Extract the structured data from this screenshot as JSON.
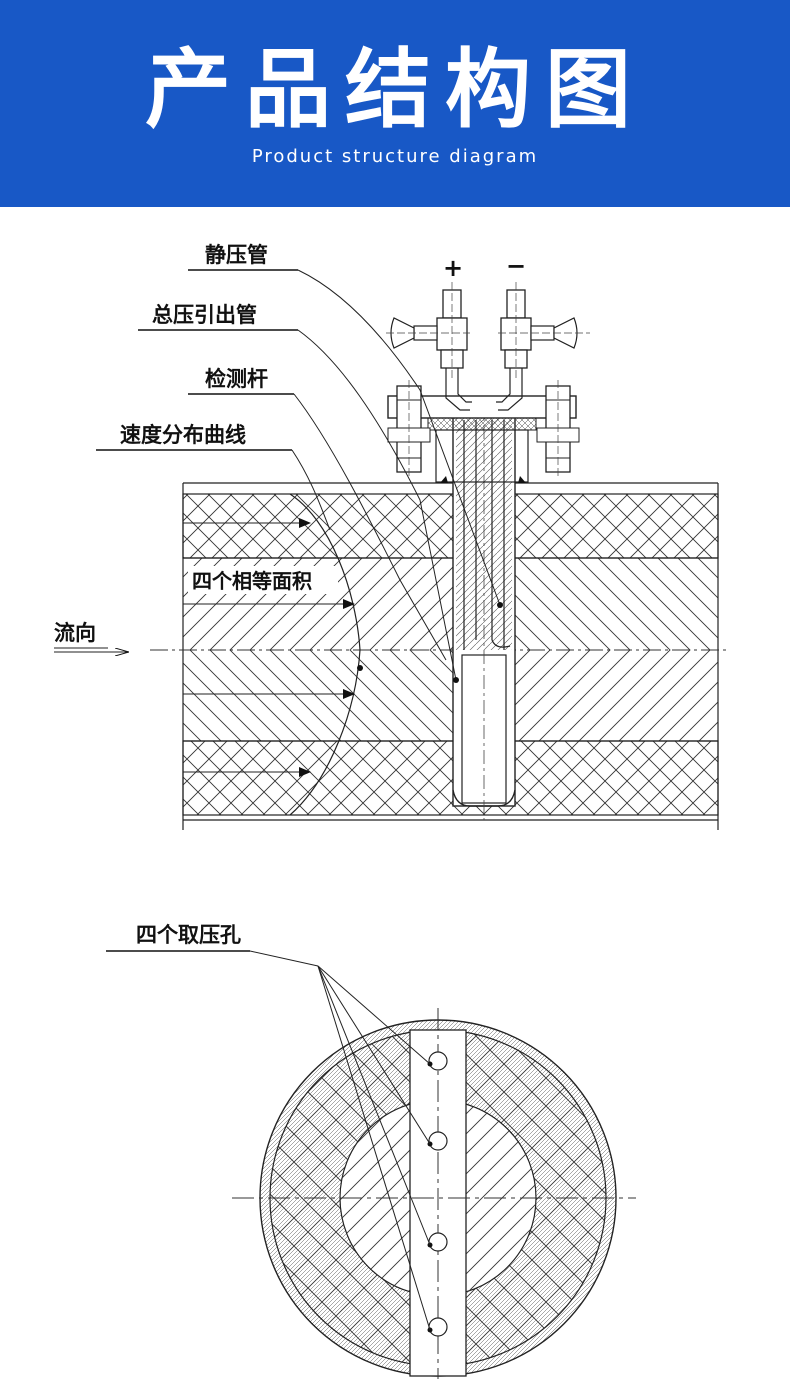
{
  "header": {
    "title": "产品结构图",
    "subtitle": "Product structure diagram",
    "background": "#1858c6"
  },
  "diagram": {
    "labels": {
      "static_tube": "静压管",
      "total_tube": "总压引出管",
      "probe_rod": "检测杆",
      "velocity_curve": "速度分布曲线",
      "four_areas": "四个相等面积",
      "flow_direction": "流向",
      "plus": "+",
      "minus": "−",
      "four_holes": "四个取压孔"
    }
  }
}
